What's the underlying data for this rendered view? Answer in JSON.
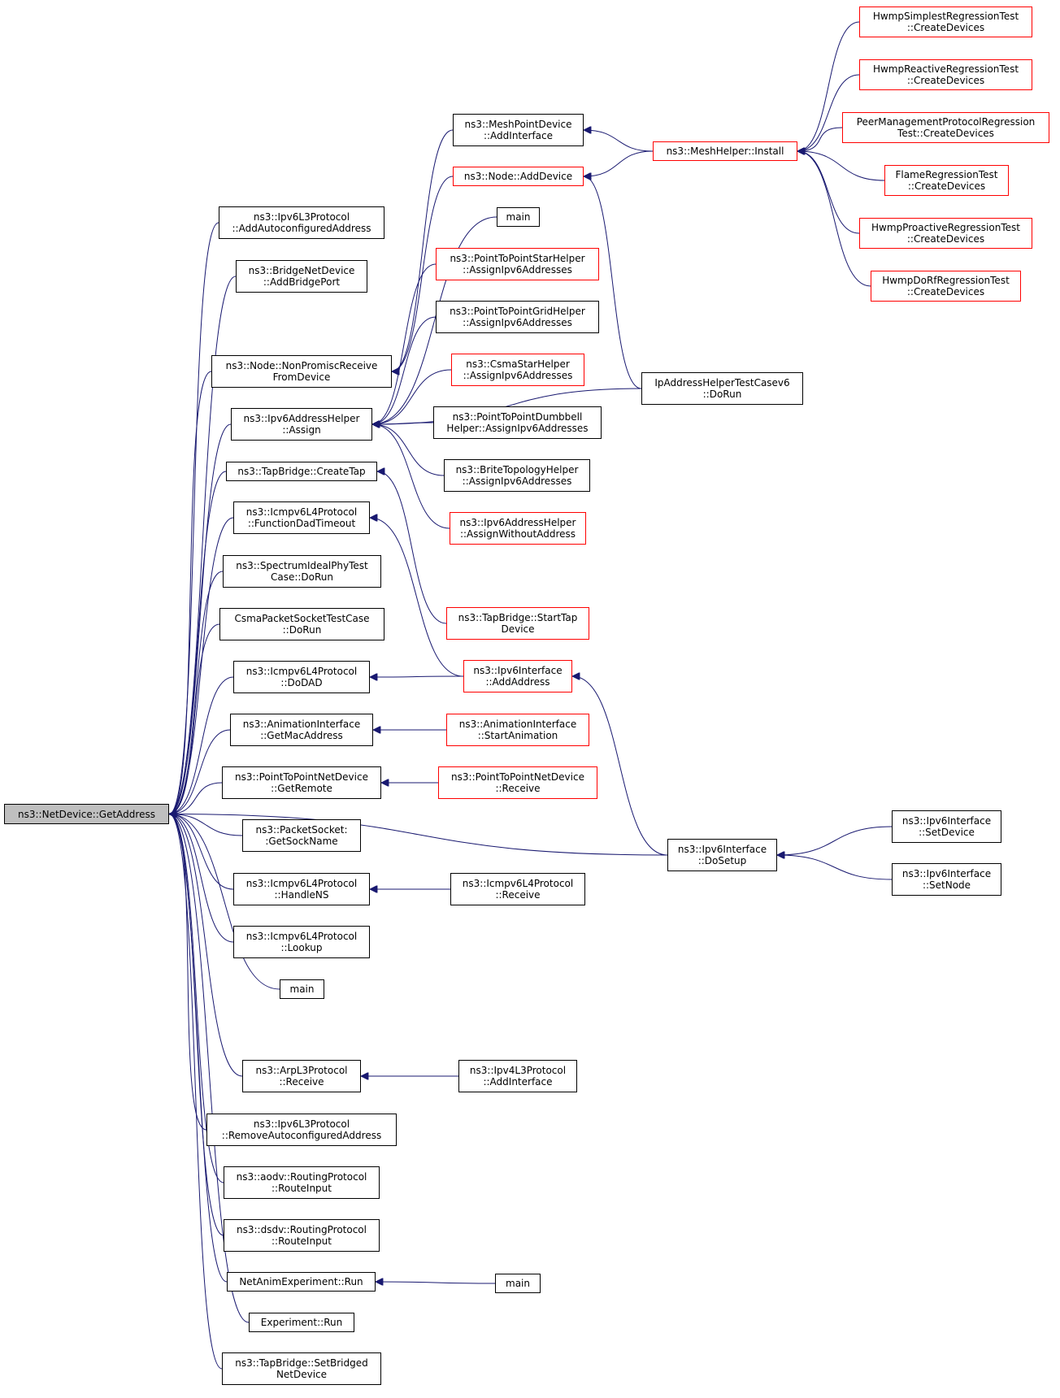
{
  "colors": {
    "edge": "#191970",
    "border": "#000000",
    "border_external": "#ff0000",
    "root_fill": "#bfbfbf",
    "background": "#ffffff"
  },
  "nodes": [
    {
      "id": "root",
      "label": "ns3::NetDevice::GetAddress",
      "root": true,
      "interactable": false
    },
    {
      "id": "ipv6l3_addauto",
      "label": "ns3::Ipv6L3Protocol\n::AddAutoconfiguredAddress"
    },
    {
      "id": "bridge_addport",
      "label": "ns3::BridgeNetDevice\n::AddBridgePort"
    },
    {
      "id": "node_nonpromisc",
      "label": "ns3::Node::NonPromiscReceive\nFromDevice"
    },
    {
      "id": "ipv6addr_assign",
      "label": "ns3::Ipv6AddressHelper\n::Assign"
    },
    {
      "id": "tapbridge_createtap",
      "label": "ns3::TapBridge::CreateTap"
    },
    {
      "id": "icmpv6_dadtimeout",
      "label": "ns3::Icmpv6L4Protocol\n::FunctionDadTimeout"
    },
    {
      "id": "spectrum_dorun",
      "label": "ns3::SpectrumIdealPhyTest\nCase::DoRun"
    },
    {
      "id": "csma_dorun",
      "label": "CsmaPacketSocketTestCase\n::DoRun"
    },
    {
      "id": "icmpv6_dodad",
      "label": "ns3::Icmpv6L4Protocol\n::DoDAD"
    },
    {
      "id": "anim_getmac",
      "label": "ns3::AnimationInterface\n::GetMacAddress"
    },
    {
      "id": "p2p_getremote",
      "label": "ns3::PointToPointNetDevice\n::GetRemote"
    },
    {
      "id": "pktsock_getsock",
      "label": "ns3::PacketSocket:\n:GetSockName"
    },
    {
      "id": "icmpv6_handlens",
      "label": "ns3::Icmpv6L4Protocol\n::HandleNS"
    },
    {
      "id": "icmpv6_lookup",
      "label": "ns3::Icmpv6L4Protocol\n::Lookup"
    },
    {
      "id": "main_1",
      "label": "main"
    },
    {
      "id": "arp_receive",
      "label": "ns3::ArpL3Protocol\n::Receive"
    },
    {
      "id": "ipv6l3_removeauto",
      "label": "ns3::Ipv6L3Protocol\n::RemoveAutoconfiguredAddress"
    },
    {
      "id": "aodv_routeinput",
      "label": "ns3::aodv::RoutingProtocol\n::RouteInput"
    },
    {
      "id": "dsdv_routeinput",
      "label": "ns3::dsdv::RoutingProtocol\n::RouteInput"
    },
    {
      "id": "netanim_run",
      "label": "NetAnimExperiment::Run"
    },
    {
      "id": "experiment_run",
      "label": "Experiment::Run"
    },
    {
      "id": "tapbridge_setbridged",
      "label": "ns3::TapBridge::SetBridged\nNetDevice"
    },
    {
      "id": "meshpoint_addif",
      "label": "ns3::MeshPointDevice\n::AddInterface"
    },
    {
      "id": "node_adddevice",
      "label": "ns3::Node::AddDevice",
      "external": true
    },
    {
      "id": "main_2",
      "label": "main"
    },
    {
      "id": "p2pstar_assign",
      "label": "ns3::PointToPointStarHelper\n::AssignIpv6Addresses",
      "external": true
    },
    {
      "id": "p2pgrid_assign",
      "label": "ns3::PointToPointGridHelper\n::AssignIpv6Addresses"
    },
    {
      "id": "csmastar_assign",
      "label": "ns3::CsmaStarHelper\n::AssignIpv6Addresses",
      "external": true
    },
    {
      "id": "p2pdumbbell_assign",
      "label": "ns3::PointToPointDumbbell\nHelper::AssignIpv6Addresses"
    },
    {
      "id": "brite_assign",
      "label": "ns3::BriteTopologyHelper\n::AssignIpv6Addresses"
    },
    {
      "id": "ipv6addr_assignwithout",
      "label": "ns3::Ipv6AddressHelper\n::AssignWithoutAddress",
      "external": true
    },
    {
      "id": "tapbridge_starttap",
      "label": "ns3::TapBridge::StartTap\nDevice",
      "external": true
    },
    {
      "id": "ipv6if_addaddress",
      "label": "ns3::Ipv6Interface\n::AddAddress",
      "external": true
    },
    {
      "id": "anim_start",
      "label": "ns3::AnimationInterface\n::StartAnimation",
      "external": true
    },
    {
      "id": "p2p_receive",
      "label": "ns3::PointToPointNetDevice\n::Receive",
      "external": true
    },
    {
      "id": "icmpv6_receive",
      "label": "ns3::Icmpv6L4Protocol\n::Receive"
    },
    {
      "id": "ipv4l3_addif",
      "label": "ns3::Ipv4L3Protocol\n::AddInterface"
    },
    {
      "id": "main_3",
      "label": "main"
    },
    {
      "id": "meshhelper_install",
      "label": "ns3::MeshHelper::Install",
      "external": true
    },
    {
      "id": "ipaddr_testcase",
      "label": "IpAddressHelperTestCasev6\n::DoRun"
    },
    {
      "id": "ipv6if_dosetup",
      "label": "ns3::Ipv6Interface\n::DoSetup"
    },
    {
      "id": "hwmp_simplest",
      "label": "HwmpSimplestRegressionTest\n::CreateDevices",
      "external": true
    },
    {
      "id": "hwmp_reactive",
      "label": "HwmpReactiveRegressionTest\n::CreateDevices",
      "external": true
    },
    {
      "id": "peermgmt",
      "label": "PeerManagementProtocolRegression\nTest::CreateDevices",
      "external": true
    },
    {
      "id": "flame",
      "label": "FlameRegressionTest\n::CreateDevices",
      "external": true
    },
    {
      "id": "hwmp_proactive",
      "label": "HwmpProactiveRegressionTest\n::CreateDevices",
      "external": true
    },
    {
      "id": "hwmp_dorf",
      "label": "HwmpDoRfRegressionTest\n::CreateDevices",
      "external": true
    },
    {
      "id": "ipv6if_setdevice",
      "label": "ns3::Ipv6Interface\n::SetDevice"
    },
    {
      "id": "ipv6if_setnode",
      "label": "ns3::Ipv6Interface\n::SetNode"
    }
  ],
  "edges": [
    [
      "ipv6l3_addauto",
      "root"
    ],
    [
      "bridge_addport",
      "root"
    ],
    [
      "node_nonpromisc",
      "root"
    ],
    [
      "ipv6addr_assign",
      "root"
    ],
    [
      "tapbridge_createtap",
      "root"
    ],
    [
      "icmpv6_dadtimeout",
      "root"
    ],
    [
      "spectrum_dorun",
      "root"
    ],
    [
      "csma_dorun",
      "root"
    ],
    [
      "icmpv6_dodad",
      "root"
    ],
    [
      "anim_getmac",
      "root"
    ],
    [
      "p2p_getremote",
      "root"
    ],
    [
      "pktsock_getsock",
      "root"
    ],
    [
      "icmpv6_handlens",
      "root"
    ],
    [
      "icmpv6_lookup",
      "root"
    ],
    [
      "main_1",
      "root"
    ],
    [
      "arp_receive",
      "root"
    ],
    [
      "ipv6l3_removeauto",
      "root"
    ],
    [
      "aodv_routeinput",
      "root"
    ],
    [
      "dsdv_routeinput",
      "root"
    ],
    [
      "netanim_run",
      "root"
    ],
    [
      "experiment_run",
      "root"
    ],
    [
      "tapbridge_setbridged",
      "root"
    ],
    [
      "ipv6if_dosetup",
      "root"
    ],
    [
      "meshpoint_addif",
      "node_nonpromisc"
    ],
    [
      "node_adddevice",
      "node_nonpromisc"
    ],
    [
      "main_2",
      "ipv6addr_assign"
    ],
    [
      "p2pstar_assign",
      "ipv6addr_assign"
    ],
    [
      "p2pgrid_assign",
      "ipv6addr_assign"
    ],
    [
      "csmastar_assign",
      "ipv6addr_assign"
    ],
    [
      "p2pdumbbell_assign",
      "ipv6addr_assign"
    ],
    [
      "brite_assign",
      "ipv6addr_assign"
    ],
    [
      "ipv6addr_assignwithout",
      "ipv6addr_assign"
    ],
    [
      "ipaddr_testcase",
      "ipv6addr_assign"
    ],
    [
      "tapbridge_starttap",
      "tapbridge_createtap"
    ],
    [
      "ipv6if_addaddress",
      "icmpv6_dadtimeout"
    ],
    [
      "ipv6if_addaddress",
      "icmpv6_dodad"
    ],
    [
      "anim_start",
      "anim_getmac"
    ],
    [
      "p2p_receive",
      "p2p_getremote"
    ],
    [
      "icmpv6_receive",
      "icmpv6_handlens"
    ],
    [
      "ipv4l3_addif",
      "arp_receive"
    ],
    [
      "main_3",
      "netanim_run"
    ],
    [
      "meshhelper_install",
      "meshpoint_addif"
    ],
    [
      "meshhelper_install",
      "node_adddevice"
    ],
    [
      "ipaddr_testcase",
      "node_adddevice"
    ],
    [
      "ipv6if_dosetup",
      "ipv6if_addaddress"
    ],
    [
      "hwmp_simplest",
      "meshhelper_install"
    ],
    [
      "hwmp_reactive",
      "meshhelper_install"
    ],
    [
      "peermgmt",
      "meshhelper_install"
    ],
    [
      "flame",
      "meshhelper_install"
    ],
    [
      "hwmp_proactive",
      "meshhelper_install"
    ],
    [
      "hwmp_dorf",
      "meshhelper_install"
    ],
    [
      "ipv6if_setdevice",
      "ipv6if_dosetup"
    ],
    [
      "ipv6if_setnode",
      "ipv6if_dosetup"
    ]
  ]
}
